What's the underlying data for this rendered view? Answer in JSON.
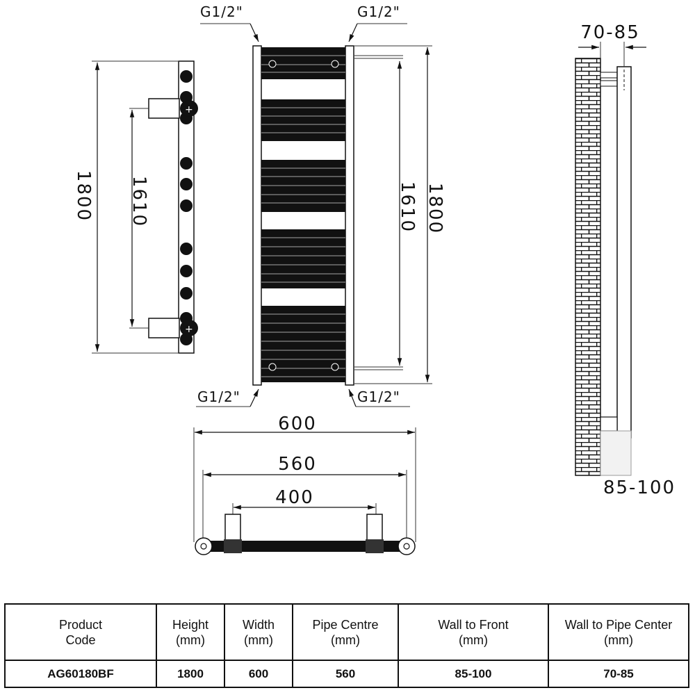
{
  "labels": {
    "pipe_top_left": "G1/2\"",
    "pipe_top_right": "G1/2\"",
    "pipe_bottom_left": "G1/2\"",
    "pipe_bottom_right": "G1/2\"",
    "side_overall_height": "1800",
    "side_pipe_centre": "1610",
    "front_pipe_centre": "1610",
    "front_overall_height": "1800",
    "wall_to_pipe": "70-85",
    "wall_to_front": "85-100",
    "plan_width": "600",
    "plan_pipe_centre": "560",
    "plan_bracket_centre": "400"
  },
  "table": {
    "headers": [
      {
        "line1": "Product",
        "line2": "Code"
      },
      {
        "line1": "Height",
        "line2": "(mm)"
      },
      {
        "line1": "Width",
        "line2": "(mm)"
      },
      {
        "line1": "Pipe Centre",
        "line2": "(mm)"
      },
      {
        "line1": "Wall to Front",
        "line2": "(mm)"
      },
      {
        "line1": "Wall to Pipe Center",
        "line2": "(mm)"
      }
    ],
    "row": [
      "AG60180BF",
      "1800",
      "600",
      "560",
      "85-100",
      "70-85"
    ]
  }
}
